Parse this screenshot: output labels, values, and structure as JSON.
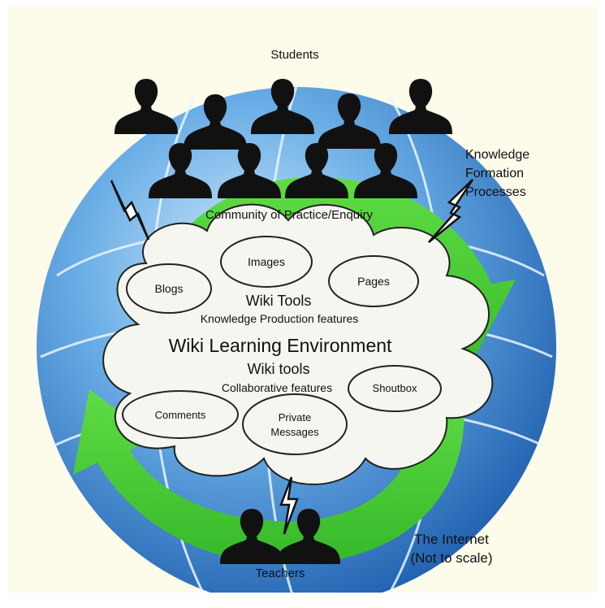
{
  "diagram": {
    "students_label": "Students",
    "teachers_label": "Teachers",
    "knowledge_formation_label": "Knowledge\nFormation\nProcesses",
    "community_label": "Community of Practice/Enquiry",
    "internet_label": "The Internet\n(Not to scale)",
    "wiki_tools_top_title": "Wiki Tools",
    "wiki_tools_top_subtitle": "Knowledge Production features",
    "wle_title": "Wiki Learning Environment",
    "wiki_tools_bottom_title": "Wiki tools",
    "wiki_tools_bottom_subtitle": "Collaborative features",
    "features": {
      "images": "Images",
      "blogs": "Blogs",
      "pages": "Pages",
      "shoutbox": "Shoutbox",
      "comments": "Comments",
      "private_messages": "Private\nMessages"
    }
  },
  "colors": {
    "background": "#fdfbe9",
    "globe_blue": "#3a84c9",
    "arrow_green": "#4dcc35",
    "cloud_fill": "#f6f6f0",
    "silhouette": "#111111"
  },
  "icons": [
    "person-silhouette-icon",
    "lightning-bolt-icon"
  ]
}
